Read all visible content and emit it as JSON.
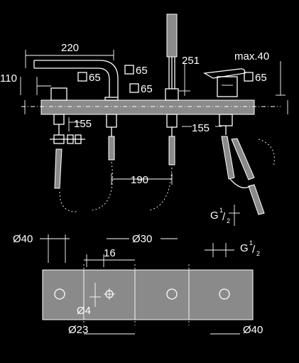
{
  "labels": {
    "d220": "220",
    "d110": "110",
    "d251": "251",
    "maxh": "max.40",
    "sq65_a": "65",
    "sq65_b": "65",
    "sq65_c": "65",
    "sq65_d": "65",
    "d155_left": "155",
    "d155_right": "155",
    "d190": "190",
    "g_upper_base": "G",
    "g_upper_num": "1",
    "g_upper_den": "2",
    "g_lower_base": "G",
    "g_lower_num": "1",
    "g_lower_den": "2",
    "dia40_top": "Ø40",
    "dia30": "Ø30",
    "d16": "16",
    "dia4": "Ø4",
    "dia23": "Ø23",
    "dia40_bottom": "Ø40"
  }
}
